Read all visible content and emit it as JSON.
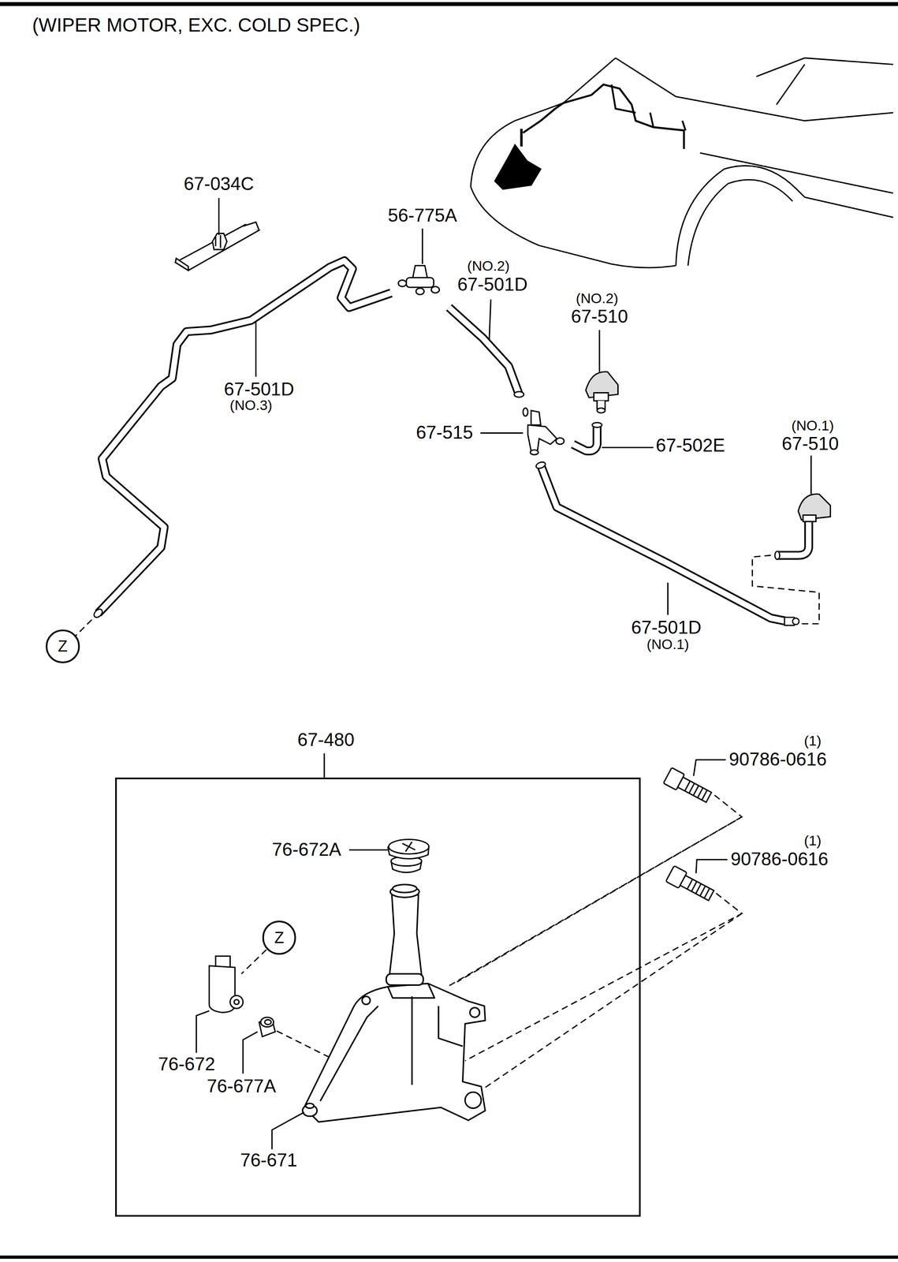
{
  "diagram": {
    "title": "(WIPER MOTOR, EXC. COLD SPEC.)",
    "nodes": [
      {
        "text": [
          "Z"
        ]
      },
      {
        "text": [
          "67-480"
        ]
      },
      {
        "text": [
          "Z"
        ],
        "in": 1
      }
    ],
    "labels": [
      "67-034C",
      "56-775A",
      "(NO.2)",
      "67-501D",
      "(NO.2)",
      "67-510",
      "67-501D",
      "(NO.3)",
      "67-515",
      "67-502E",
      "(NO.1)",
      "67-510",
      "67-501D",
      "(NO.1)",
      "(1)",
      "90786-0616",
      "(1)",
      "90786-0616",
      "76-672A",
      "76-672",
      "76-677A",
      "76-671"
    ]
  }
}
